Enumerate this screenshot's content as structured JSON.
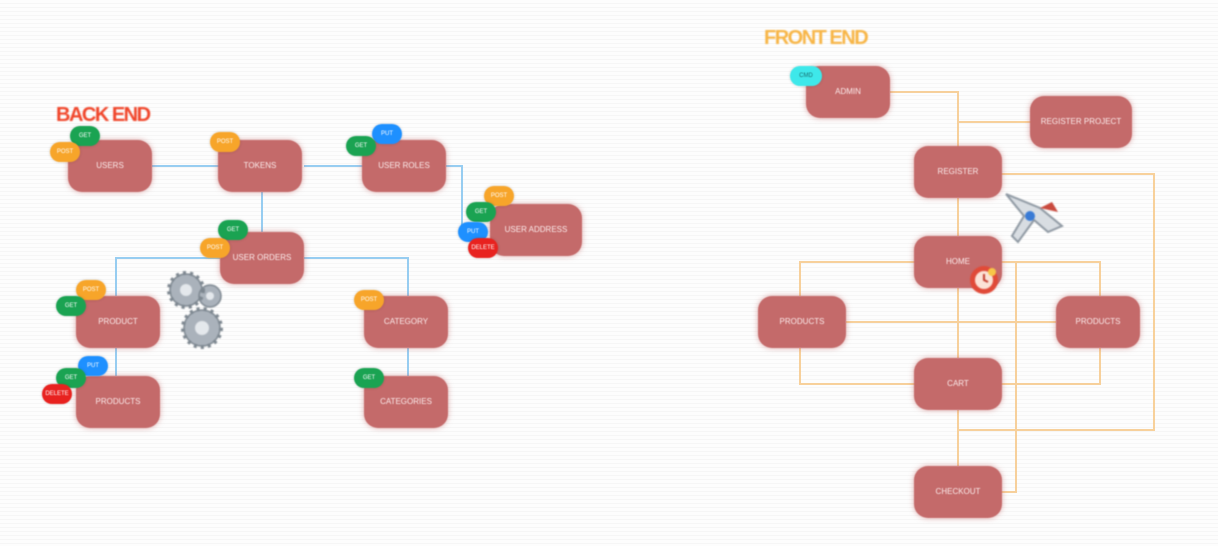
{
  "sections": {
    "backend_title": "BACK END",
    "frontend_title": "FRONT END"
  },
  "backend": {
    "nodes": {
      "users": "USERS",
      "tokens": "TOKENS",
      "user_roles": "USER ROLES",
      "user_address": "USER ADDRESS",
      "user_orders": "USER ORDERS",
      "product": "PRODUCT",
      "products": "PRODUCTS",
      "category": "CATEGORY",
      "categories": "CATEGORIES"
    },
    "badges": {
      "post": "POST",
      "get": "GET",
      "put": "PUT",
      "delete": "DELETE"
    }
  },
  "frontend": {
    "nodes": {
      "admin": "ADMIN",
      "register": "REGISTER",
      "register_project": "REGISTER PROJECT",
      "home": "HOME",
      "products_left": "PRODUCTS",
      "products_right": "PRODUCTS",
      "cart": "CART",
      "checkout": "CHECKOUT"
    },
    "badges": {
      "cmd": "CMD"
    }
  },
  "colors": {
    "node_fill": "#c46a6a",
    "backend_wire": "#8cc8f0",
    "frontend_wire": "#f7c98a",
    "backend_title": "#f0452a",
    "frontend_title": "#f7b546"
  },
  "icons": [
    "gears-icon",
    "rocket-icon",
    "clock-icon"
  ]
}
